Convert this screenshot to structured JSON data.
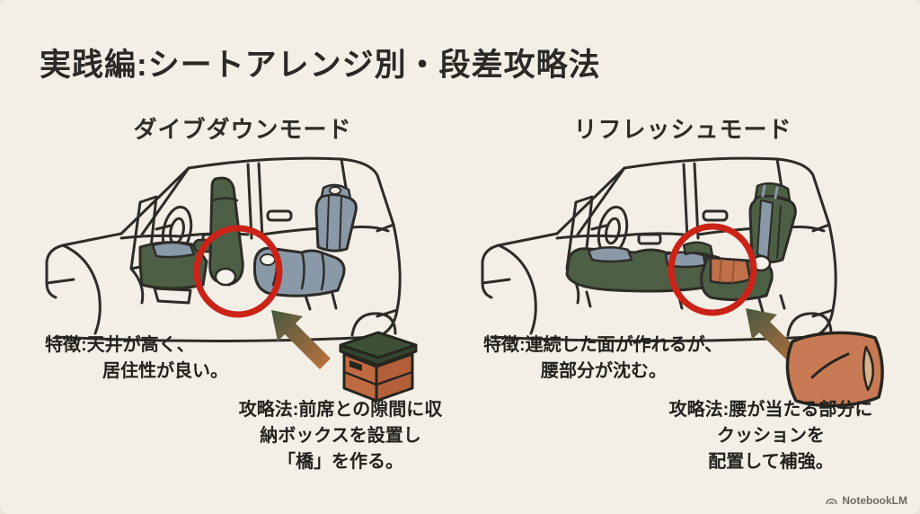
{
  "title": "実践編:シートアレンジ別・段差攻略法",
  "left_panel": {
    "heading": "ダイブダウンモード",
    "feature_line1": "特徴:天井が高く、",
    "feature_line2": "居住性が良い。",
    "strategy_line1": "攻略法:前席との隙間に収",
    "strategy_line2": "納ボックスを設置し",
    "strategy_line3": "「橋」を作る。",
    "illustration": "car-interior-dive-down-mode",
    "prop_icon": "storage-box-icon"
  },
  "right_panel": {
    "heading": "リフレッシュモード",
    "feature_line1": "特徴:連続した面が作れるが、",
    "feature_line2": "腰部分が沈む。",
    "strategy_line1": "攻略法:腰が当たる部分に",
    "strategy_line2": "クッションを",
    "strategy_line3": "配置して補強。",
    "illustration": "car-interior-refresh-mode",
    "prop_icon": "cushion-icon"
  },
  "watermark": {
    "label": "NotebookLM",
    "icon": "notebooklm-logo-icon"
  },
  "icons": {
    "highlight": "red-circle-highlight",
    "pointer": "gradient-arrow-up-left"
  },
  "colors": {
    "background": "#f3efe6",
    "ink": "#2e2c28",
    "seat_green": "#4d5f45",
    "seat_blue_gray": "#8a99a8",
    "highlight_red": "#cb2318",
    "sink_orange": "#c0714a",
    "box_orange": "#c06a42",
    "box_lid_green": "#3d5037",
    "cushion_orange": "#c87a54",
    "cushion_fold_tan": "#d8b28c",
    "arrow_green": "#46593f",
    "arrow_brown": "#b4703f"
  }
}
